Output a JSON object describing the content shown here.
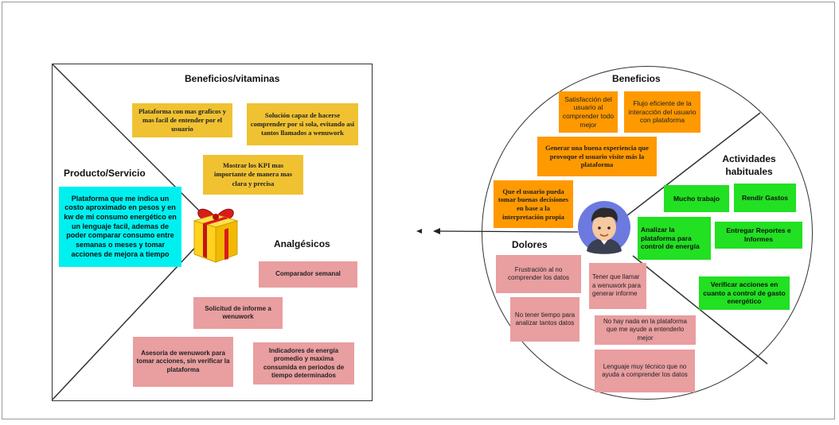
{
  "left_canvas": {
    "beneficios_title": "Beneficios/vitaminas",
    "producto_title": "Producto/Servicio",
    "analgesicos_title": "Analgésicos",
    "product_description": "Plataforma que me indica un costo aproximado en pesos y en kw de mi consumo energético en un lenguaje facil, ademas de poder comparar consumo entre semanas o meses y tomar acciones de mejora  a tiempo",
    "gain_creators": [
      "Plataforma con mas graficos y mas facil de entender por el usuario",
      "Solución capaz de hacerse comprender por si sola, evitando asi tantos llamados a wenuwork",
      "Mostrar los KPI mas importante de manera mas clara y precisa"
    ],
    "pain_relievers": [
      "Comparador semanal",
      "Solicitud de informe a wenuwork",
      "Asesoría de wenuwork para tomar acciones, sin verificar la plataforma",
      "Indicadores de energía promedio y maxima consumida en periodos de tiempo determinados"
    ]
  },
  "right_canvas": {
    "beneficios_title": "Beneficios",
    "actividades_title": "Actividades habituales",
    "dolores_title": "Dolores",
    "gains": [
      "Satisfacción del usuario al comprender todo mejor",
      "Flujo eficiente de la interacción del usuario con plataforma",
      "Generar una buena experiencia que provoque el usuario visite más la plataforma",
      "Que el usuario pueda tomar buenas decisiones en base a la interpretación propia"
    ],
    "jobs": [
      "Mucho trabajo",
      "Rendir Gastos",
      "Analizar la plataforma para control de energía",
      "Entregar Reportes e Informes",
      "Verificar acciones en cuanto a control de gasto energético"
    ],
    "pains": [
      "Frustración al no comprender los datos",
      "Tener que llamar a wenuwork para generar informe",
      "No tener tiempo para analizar tantos datos",
      "No hay nada en la plataforma que me ayude a entenderlo mejor",
      "Lenguaje muy técnico que no ayuda a comprender los datos"
    ]
  },
  "colors": {
    "yellow_note": "#f0c232",
    "pink_note": "#e99ea0",
    "orange_note": "#ff9900",
    "green_note": "#22e022",
    "cyan_note": "#00f0f0"
  },
  "icons": [
    "gift-icon",
    "user-avatar-icon",
    "arrow-left-icon"
  ]
}
